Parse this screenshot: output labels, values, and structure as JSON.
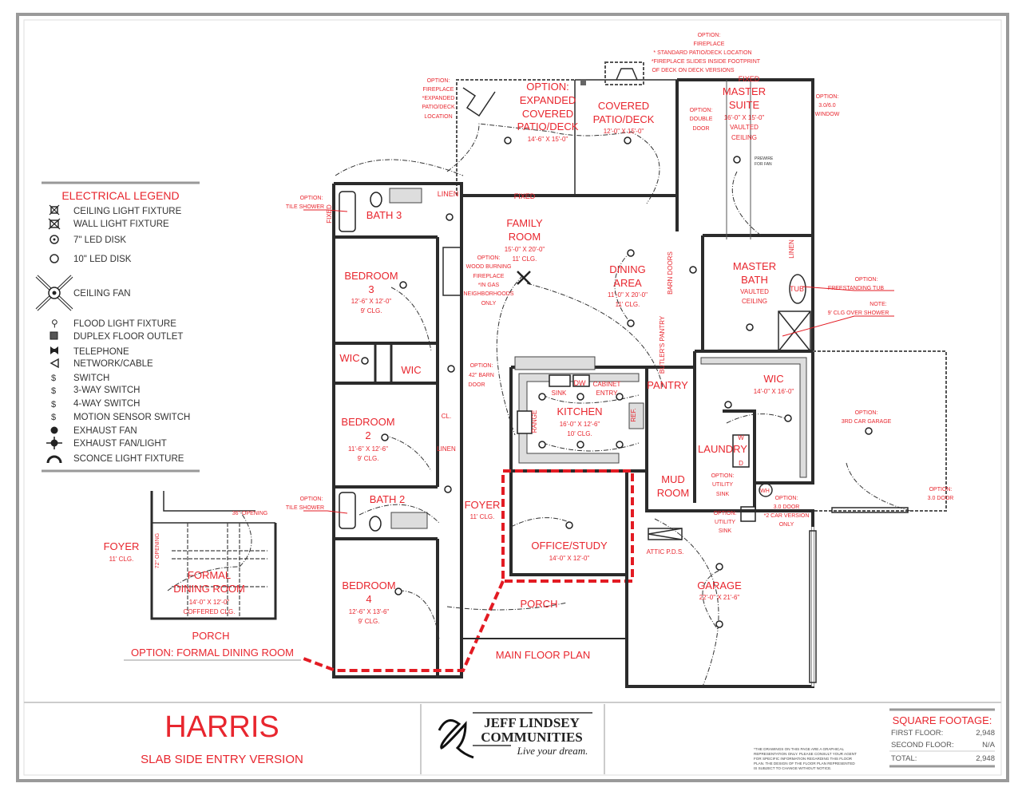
{
  "legend": {
    "title": "ELECTRICAL LEGEND",
    "items": [
      {
        "icon": "ceiling-light-icon",
        "label": "CEILING LIGHT FIXTURE"
      },
      {
        "icon": "wall-light-icon",
        "label": "WALL LIGHT FIXTURE"
      },
      {
        "icon": "led-disk-7-icon",
        "label": "7\" LED DISK"
      },
      {
        "icon": "led-disk-10-icon",
        "label": "10\" LED DISK"
      },
      {
        "icon": "ceiling-fan-icon",
        "label": "CEILING FAN"
      },
      {
        "icon": "flood-light-icon",
        "label": "FLOOD LIGHT FIXTURE"
      },
      {
        "icon": "duplex-floor-outlet-icon",
        "label": "DUPLEX FLOOR OUTLET"
      },
      {
        "icon": "telephone-icon",
        "label": "TELEPHONE"
      },
      {
        "icon": "network-cable-icon",
        "label": "NETWORK/CABLE"
      },
      {
        "icon": "switch-icon",
        "label": "SWITCH"
      },
      {
        "icon": "three-way-switch-icon",
        "label": "3-WAY SWITCH"
      },
      {
        "icon": "four-way-switch-icon",
        "label": "4-WAY SWITCH"
      },
      {
        "icon": "motion-switch-icon",
        "label": "MOTION SENSOR SWITCH"
      },
      {
        "icon": "exhaust-fan-icon",
        "label": "EXHAUST FAN"
      },
      {
        "icon": "exhaust-fan-light-icon",
        "label": "EXHAUST FAN/LIGHT"
      },
      {
        "icon": "sconce-icon",
        "label": "SCONCE LIGHT FIXTURE"
      }
    ]
  },
  "notes": {
    "top_fireplace": [
      "OPTION:",
      "FIREPLACE",
      "* STANDARD PATIO/DECK LOCATION",
      "*FIREPLACE SLIDES INSIDE FOOTPRINT",
      "OF DECK ON DECK VERSIONS"
    ],
    "left_fireplace": [
      "OPTION:",
      "FIREPLACE",
      "*EXPANDED",
      "PATIO/DECK",
      "LOCATION"
    ],
    "double_door": [
      "OPTION:",
      "DOUBLE",
      "DOOR"
    ],
    "window": [
      "OPTION:",
      "3.0/6.0",
      "WINDOW"
    ],
    "prewire": [
      "PREWIRE",
      "FOR FAN"
    ],
    "fixed_top": "FIXED",
    "fixed_family": "FIXED",
    "fixed_bath3": "FIXED",
    "tile_shower_1": [
      "OPTION:",
      "TILE SHOWER"
    ],
    "tile_shower_2": [
      "OPTION:",
      "TILE SHOWER"
    ],
    "wood_fireplace": [
      "OPTION:",
      "WOOD BURNING",
      "FIREPLACE",
      "*IN GAS",
      "NEIGHBORHOODS",
      "ONLY"
    ],
    "barn_doors": "BARN DOORS",
    "butlers_pantry": "BUTLER'S PANTRY",
    "linen_top": "LINEN",
    "linen_master": "LINEN",
    "tub": "TUB",
    "freestanding_tub": [
      "OPTION:",
      "FREESTANDING TUB"
    ],
    "shower_note": [
      "NOTE:",
      "9' CLG OVER SHOWER"
    ],
    "barn_door_42": [
      "OPTION:",
      "42\" BARN",
      "DOOR"
    ],
    "sink": "SINK",
    "dw": "DW",
    "cabinet_entry": [
      "CABINET",
      "ENTRY"
    ],
    "range": "RANGE",
    "ref": "REF.",
    "cl": "CL.",
    "linen_hall": "LINEN",
    "third_car": [
      "OPTION:",
      "3RD CAR GARAGE"
    ],
    "utility_sink_1": [
      "OPTION:",
      "UTILITY",
      "SINK"
    ],
    "utility_sink_2": [
      "OPTION:",
      "UTILITY",
      "SINK"
    ],
    "wh": "WH",
    "door_2car": [
      "OPTION:",
      "3.0 DOOR",
      "*2 CAR VERSION",
      "ONLY"
    ],
    "door_right": [
      "OPTION:",
      "3.0 DOOR"
    ],
    "attic": "ATTIC P.D.S.",
    "wd": [
      "W",
      "D"
    ]
  },
  "rooms": {
    "expanded_patio": {
      "name": [
        "OPTION:",
        "EXPANDED",
        "COVERED",
        "PATIO/DECK"
      ],
      "size": "14'-6\" X 15'-0\""
    },
    "covered_patio": {
      "name": [
        "COVERED",
        "PATIO/DECK"
      ],
      "size": "12'-0\" X 15'-0\""
    },
    "master_suite": {
      "name": [
        "MASTER",
        "SUITE"
      ],
      "size": "16'-0\" X 15'-0\"",
      "clg": [
        "VAULTED",
        "CEILING"
      ]
    },
    "bath3": {
      "name": "BATH 3"
    },
    "family": {
      "name": [
        "FAMILY",
        "ROOM"
      ],
      "size": "15'-0\" X 20'-0\"",
      "clg": "11' CLG."
    },
    "dining": {
      "name": [
        "DINING",
        "AREA"
      ],
      "size": "11'-0\" X 20'-0\"",
      "clg": "11' CLG."
    },
    "master_bath": {
      "name": [
        "MASTER",
        "BATH"
      ],
      "clg": [
        "VAULTED",
        "CEILING"
      ]
    },
    "bedroom3": {
      "name": [
        "BEDROOM",
        "3"
      ],
      "size": "12'-6\" X 12'-0\"",
      "clg": "9' CLG."
    },
    "wic_a": {
      "name": "WIC"
    },
    "wic_b": {
      "name": "WIC"
    },
    "kitchen": {
      "name": "KITCHEN",
      "size": "16'-0\" X 12'-6\"",
      "clg": "10' CLG."
    },
    "pantry": {
      "name": "PANTRY"
    },
    "wic_master": {
      "name": "WIC",
      "size": "14'-0\" X 16'-0\""
    },
    "bedroom2": {
      "name": [
        "BEDROOM",
        "2"
      ],
      "size": "11'-6\" X 12'-6\"",
      "clg": "9' CLG."
    },
    "laundry": {
      "name": "LAUNDRY"
    },
    "mud": {
      "name": [
        "MUD",
        "ROOM"
      ]
    },
    "bath2": {
      "name": "BATH 2"
    },
    "foyer": {
      "name": "FOYER",
      "clg": "11' CLG."
    },
    "office": {
      "name": "OFFICE/STUDY",
      "size": "14'-0\" X 12'-0\""
    },
    "garage": {
      "name": "GARAGE",
      "size": "22'-0\" X 21'-6\""
    },
    "porch": {
      "name": "PORCH"
    },
    "bedroom4": {
      "name": [
        "BEDROOM",
        "4"
      ],
      "size": "12'-6\" X 13'-6\"",
      "clg": "9' CLG."
    }
  },
  "plan_label": "MAIN FLOOR PLAN",
  "inset": {
    "foyer": "FOYER",
    "foyer_clg": "11' CLG.",
    "opening_36": "36\" OPENING",
    "opening_72": "72\" OPENING",
    "name": [
      "FORMAL",
      "DINING ROOM"
    ],
    "size": "14'-0\" X 12'-0\"",
    "clg": "COFFERED CLG.",
    "porch": "PORCH",
    "title": "OPTION: FORMAL DINING ROOM"
  },
  "title_block": {
    "plan_name": "HARRIS",
    "version": "SLAB SIDE ENTRY VERSION",
    "logo": {
      "line1": "JEFF LINDSEY",
      "line2": "COMMUNITIES",
      "tagline": "Live your dream."
    },
    "disclaimer": [
      "*THE DRAWINGS ON THIS PAGE ARE A GRAPHICAL",
      "REPRESENTATION ONLY. PLEASE CONSULT YOUR AGENT",
      "FOR SPECIFIC INFORMATION REGARDING THIS FLOOR",
      "PLAN. THE DESIGN OF THE FLOOR PLAN REPRESENTED",
      "IS SUBJECT TO CHANGE WITHOUT NOTICE."
    ],
    "sqft": {
      "title": "SQUARE FOOTAGE:",
      "rows": [
        {
          "label": "FIRST FLOOR:",
          "value": "2,948"
        },
        {
          "label": "SECOND FLOOR:",
          "value": "N/A"
        },
        {
          "label": "TOTAL:",
          "value": "2,948"
        }
      ]
    }
  },
  "colors": {
    "accent_red": "#e8262e",
    "wall": "#2b2b2b",
    "frame": "#9a9a9a"
  }
}
